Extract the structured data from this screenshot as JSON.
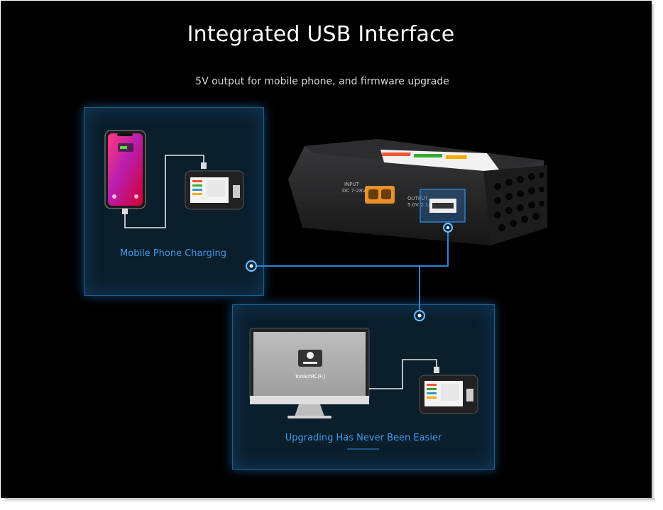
{
  "header": {
    "title": "Integrated USB Interface",
    "subtitle": "5V output for mobile phone, and firmware upgrade"
  },
  "panels": {
    "charging": {
      "caption": "Mobile Phone Charging"
    },
    "upgrade": {
      "caption": "Upgrading Has Never Been Easier",
      "drive_label": "ToolkitRC(F:)"
    }
  },
  "device": {
    "input_label": "INPUT",
    "input_voltage": "DC 7-28V",
    "output_label": "OUTPUT",
    "output_rating": "5.0V 2.1A"
  },
  "colors": {
    "accent": "#3f9bea",
    "background": "#000000",
    "panel": "#0a1e2c",
    "connector": "#e8912a"
  }
}
